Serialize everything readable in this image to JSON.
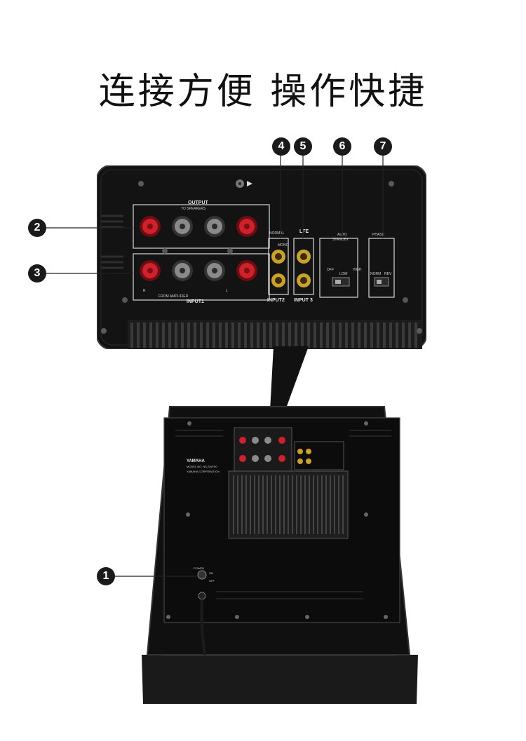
{
  "headline": "连接方便  操作快捷",
  "callouts": {
    "c1": "1",
    "c2": "2",
    "c3": "3",
    "c4": "4",
    "c5": "5",
    "c6": "6",
    "c7": "7"
  },
  "panel_labels": {
    "output": "OUTPUT",
    "to_speakers": "TO SPEAKERS",
    "from_amplifier": "FROM AMPLIFIER",
    "input1": "INPUT1",
    "normal": "NORMAL",
    "mono": "MONO",
    "input2": "INPUT2",
    "lfe": "LFE",
    "input3": "INPUT 3",
    "auto_standby": "AUTO",
    "standby": "STANDBY",
    "off": "OFF",
    "low": "LOW",
    "high": "HIGH",
    "phase": "PHASE",
    "norm": "NORM",
    "rev": "REV",
    "r_mark": "R",
    "l_mark": "L"
  },
  "device_labels": {
    "brand": "YAMAHA",
    "model": "MODEL NO.  NS-SW700",
    "corp": "YAMAHA CORPORATION",
    "power": "POWER",
    "on": "ON",
    "off": "OFF"
  },
  "colors": {
    "panel": "#121212",
    "terminal_red": "#d0202a",
    "terminal_gray": "#8a8a8a",
    "rca_gold": "#c9a227",
    "label": "#e8e8e8"
  }
}
